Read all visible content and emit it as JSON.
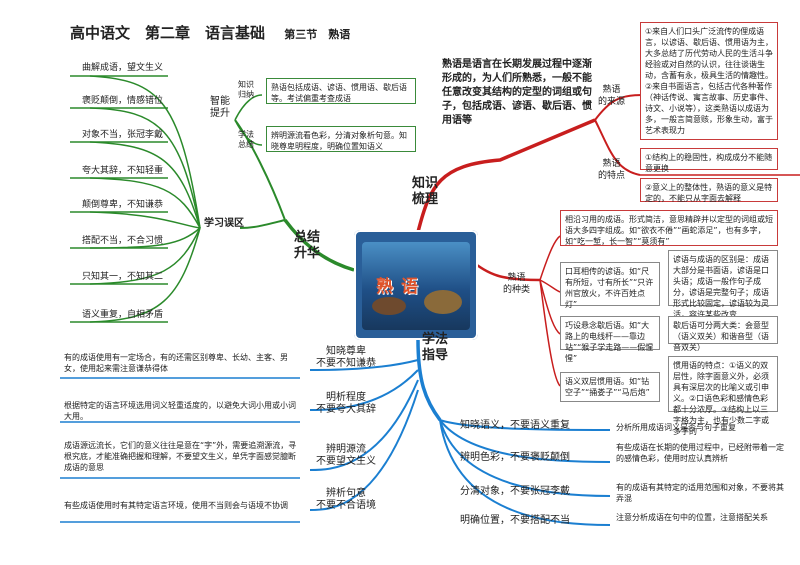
{
  "title": {
    "main": "高中语文　第二章　语言基础",
    "section": "第三节　熟语"
  },
  "center": {
    "word": "熟语"
  },
  "branches": {
    "zhishi": "知识\n梳理",
    "xuefa": "学法\n指导",
    "zongjie": "总结\n升华"
  },
  "definition": "熟语是语言在长期发展过程中逐渐形成的，为人们所熟悉，一般不能任意改变其结构的定型的词组或句子，包括成语、谚语、歇后语、惯用语等",
  "source": {
    "label": "熟语\n的来源",
    "text": "①来自人们口头广泛流传的俚成语言，以谚语、歇后语、惯用语为主，大多总结了历代劳动人民的生活斗争经验或对自然的认识，往往谈谐生动，含蓄有永，极具生活的情趣性。②来自书面语言，包括古代各种著作（神话传说、寓言故事、历史事件、诗文、小说等），这类熟语以成语为多，一般言简意赅，形象生动，富于艺术表现力"
  },
  "features": {
    "label": "熟语\n的特点",
    "items": [
      "①结构上的稳固性，构成成分不能随意更换",
      "②意义上的整体性，熟语的意义是特定的，不能只从字面去解释"
    ]
  },
  "kinds": {
    "label": "熟语\n的种类",
    "chengyu": "相沿习用的成语。形式简洁，意思精辟并以定型的词组或短语大多四字组成。如“欲衣不倦”“画蛇添足”，也有多字，如“吃一堑，长一智”“莫须有”",
    "yanyu": "口耳相传的谚语。如“尺有所短，寸有所长”“只许州官放火，不许百姓点灯”",
    "yanyu_note": "谚语与成语的区别是：成语大部分是书面语，谚语是口头语；成语一般作句子成分，谚语是完整句子；成语形式比较固定，谚语较为灵活，容许某些改变",
    "xiehouyu": "巧设悬念歇后语。如“大路上的电线杆——靠边站”“猴子学走路——假惺惺”",
    "xiehouyu_note": "歇后语可分两大类：会意型（语义双关）和谐音型（语音双关）",
    "guanyongyu": "语义双层惯用语。如“钻空子”“捅娄子”“马后炮”",
    "guanyongyu_note": "惯用语的特点：①语义的双层性，除字面意义外，必须具有深层次的比喻义或引申义。②口语色彩和感情色彩都十分浓厚。③结构上以三字格为主，也有少数二字或多字的"
  },
  "methods": {
    "zhixiao": "知晓语义，不要语义重复",
    "zhixiao_note": "分析所用成语词义是否与句子重复",
    "bianxi": "辨明色彩，不要褒贬颠倒",
    "bianxi_note": "有些成语在长期的使用过程中，已经附带着一定的感情色彩，使用时应认真辨析",
    "fenqing": "分清对象，不要张冠李戴",
    "fenqing_note": "有的成语有其特定的适用范围和对象，不要将其弄混",
    "mingque": "明确位置，不要搭配不当",
    "mingque_note": "注意分析成语在句中的位置，注意搭配关系"
  },
  "summary": {
    "zhineng": "智能\n提升",
    "zhishi_guina": "知识\n归纳",
    "zhishi_guina_text": "熟语包括成语、谚语、惯用语、歇后语等。考试偏重考查成语",
    "xuefa_zongjie": "学法\n总结",
    "xuefa_zongjie_text": "辨明源流看色彩，分清对象析句意。知晓尊卑明程度，明确位置知语义",
    "xuexi_wuqu": "学习误区",
    "errors": [
      "曲解成语，望文生义",
      "褒贬颠倒，情感错位",
      "对象不当，张冠李戴",
      "夸大其辞，不知轻重",
      "颠倒尊卑，不知谦恭",
      "搭配不当，不合习惯",
      "只知其一，不知其二",
      "语义重复，自相矛盾"
    ]
  },
  "tips": [
    {
      "head": "知晓尊卑\n不要不知谦恭",
      "text": "有的成语使用有一定场合，有的还需区别尊卑、长幼、主客、男女，使用起来需注意谦恭得体"
    },
    {
      "head": "明析程度\n不要夸大其辞",
      "text": "根据特定的语言环境选用词义轻重适度的，以避免大词小用或小词大用。"
    },
    {
      "head": "辨明源流\n不要望文生义",
      "text": "成语源远流长，它们的意义往往是意在“字”外，需要追溯源流，寻根究底，才能准确把握和理解，不要望文生义，单凭字面感觉臆断成语的意思"
    },
    {
      "head": "辨析句意\n不要不合语境",
      "text": "有些成语使用时有其特定语言环境，使用不当则会与语境不协调"
    }
  ]
}
